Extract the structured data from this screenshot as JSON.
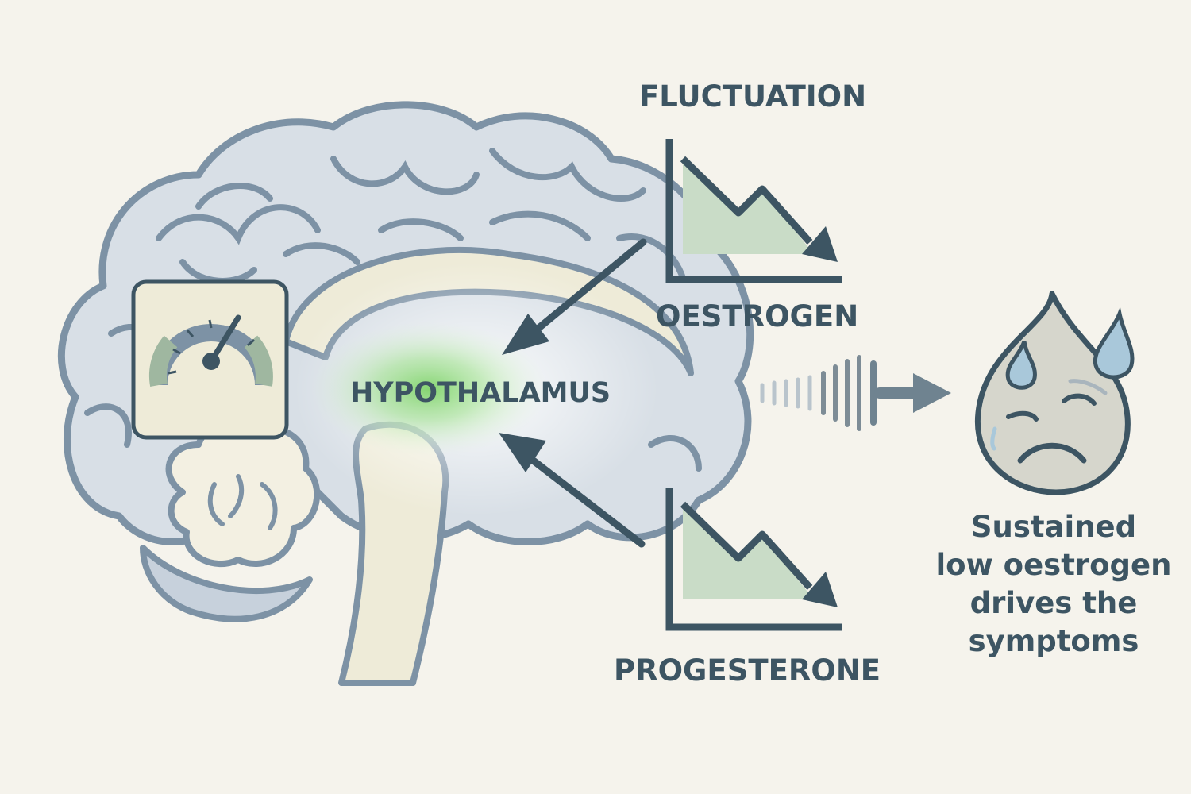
{
  "labels": {
    "fluctuation": "FLUCTUATION",
    "oestrogen": "OESTROGEN",
    "hypothalamus": "HYPOTHALAMUS",
    "progesterone": "PROGESTERONE"
  },
  "caption_lines": [
    "Sustained",
    "low oestrogen",
    "drives the",
    "symptoms"
  ],
  "colors": {
    "background": "#f5f3ec",
    "brain_fill": "#d8dfe6",
    "brain_outline": "#7d92a5",
    "brainstem_fill": "#eeebd8",
    "cerebellum_fill": "#f3f0e2",
    "graph_fill": "#c9dcc7",
    "dark_ink": "#3d5563",
    "glow": "#7fd36a",
    "drop_fill": "#d6d6cc",
    "tear_blue": "#a9c8da"
  },
  "icons": {
    "gauge": "gauge-icon",
    "sad_drop": "sad-sweat-drop-icon",
    "signal": "signal-wave-arrow-icon"
  }
}
